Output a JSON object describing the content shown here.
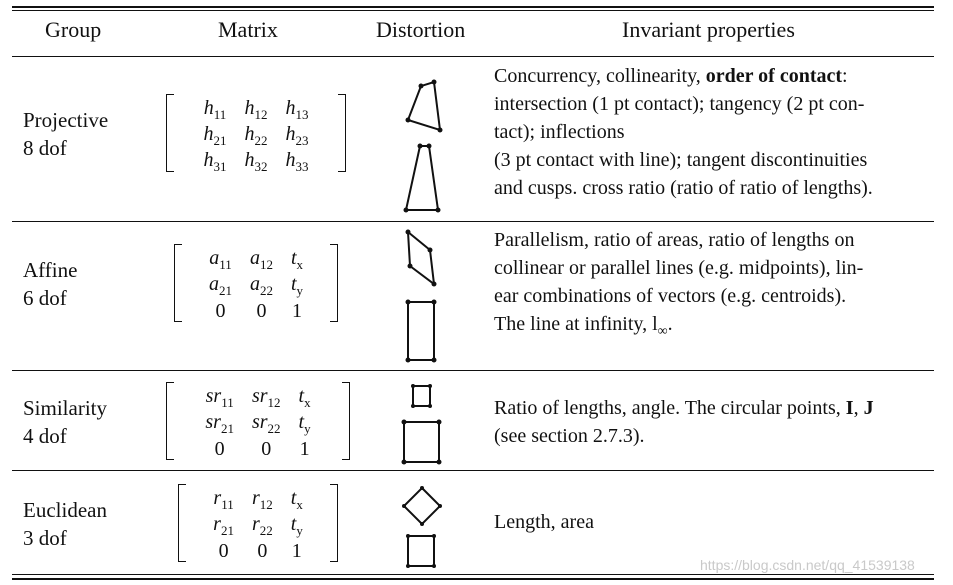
{
  "header": {
    "group": "Group",
    "matrix": "Matrix",
    "distortion": "Distortion",
    "invariant": "Invariant properties"
  },
  "rows": [
    {
      "name": "Projective",
      "dof": "8 dof",
      "matrix": [
        [
          "h",
          "11"
        ],
        [
          "h",
          "12"
        ],
        [
          "h",
          "13"
        ],
        [
          "h",
          "21"
        ],
        [
          "h",
          "22"
        ],
        [
          "h",
          "23"
        ],
        [
          "h",
          "31"
        ],
        [
          "h",
          "32"
        ],
        [
          "h",
          "33"
        ]
      ],
      "props_bold": "order of contact",
      "props": "Concurrency, collinearity, order of contact: intersection (1 pt contact); tangency (2 pt contact); inflections (3 pt contact with line); tangent discontinuities and cusps. cross ratio (ratio of ratio of lengths)."
    },
    {
      "name": "Affine",
      "dof": "6 dof",
      "matrix": [
        [
          "a",
          "11"
        ],
        [
          "a",
          "12"
        ],
        [
          "t",
          "x"
        ],
        [
          "a",
          "21"
        ],
        [
          "a",
          "22"
        ],
        [
          "t",
          "y"
        ],
        [
          "0",
          ""
        ],
        [
          "0",
          ""
        ],
        [
          "1",
          ""
        ]
      ],
      "props": "Parallelism, ratio of areas, ratio of lengths on collinear or parallel lines (e.g. midpoints), linear combinations of vectors (e.g. centroids). The line at infinity, l∞."
    },
    {
      "name": "Similarity",
      "dof": "4 dof",
      "matrix": [
        [
          "sr",
          "11"
        ],
        [
          "sr",
          "12"
        ],
        [
          "t",
          "x"
        ],
        [
          "sr",
          "21"
        ],
        [
          "sr",
          "22"
        ],
        [
          "t",
          "y"
        ],
        [
          "0",
          ""
        ],
        [
          "0",
          ""
        ],
        [
          "1",
          ""
        ]
      ],
      "props_bold": "I, J",
      "props": "Ratio of lengths, angle. The circular points, I, J (see section 2.7.3)."
    },
    {
      "name": "Euclidean",
      "dof": "3 dof",
      "matrix": [
        [
          "r",
          "11"
        ],
        [
          "r",
          "12"
        ],
        [
          "t",
          "x"
        ],
        [
          "r",
          "21"
        ],
        [
          "r",
          "22"
        ],
        [
          "t",
          "y"
        ],
        [
          "0",
          ""
        ],
        [
          "0",
          ""
        ],
        [
          "1",
          ""
        ]
      ],
      "props": "Length, area"
    }
  ],
  "props_lines": {
    "projective": [
      "Concurrency, collinearity, ",
      "order of contact",
      ":",
      "intersection (1 pt contact); tangency (2 pt con-",
      "tact); inflections",
      "(3 pt contact with line); tangent discontinuities",
      "and cusps. cross ratio (ratio of ratio of lengths)."
    ],
    "affine": [
      "Parallelism, ratio of areas, ratio of lengths on",
      "collinear or parallel lines (e.g. midpoints), lin-",
      "ear combinations of vectors (e.g. centroids).",
      "The line at infinity, l",
      "∞",
      "."
    ],
    "similarity": [
      "Ratio of lengths, angle. The circular points, ",
      "I",
      ", ",
      "J",
      "(see section 2.7.3)."
    ],
    "euclidean": [
      "Length, area"
    ]
  },
  "watermark": "https://blog.csdn.net/qq_41539138"
}
